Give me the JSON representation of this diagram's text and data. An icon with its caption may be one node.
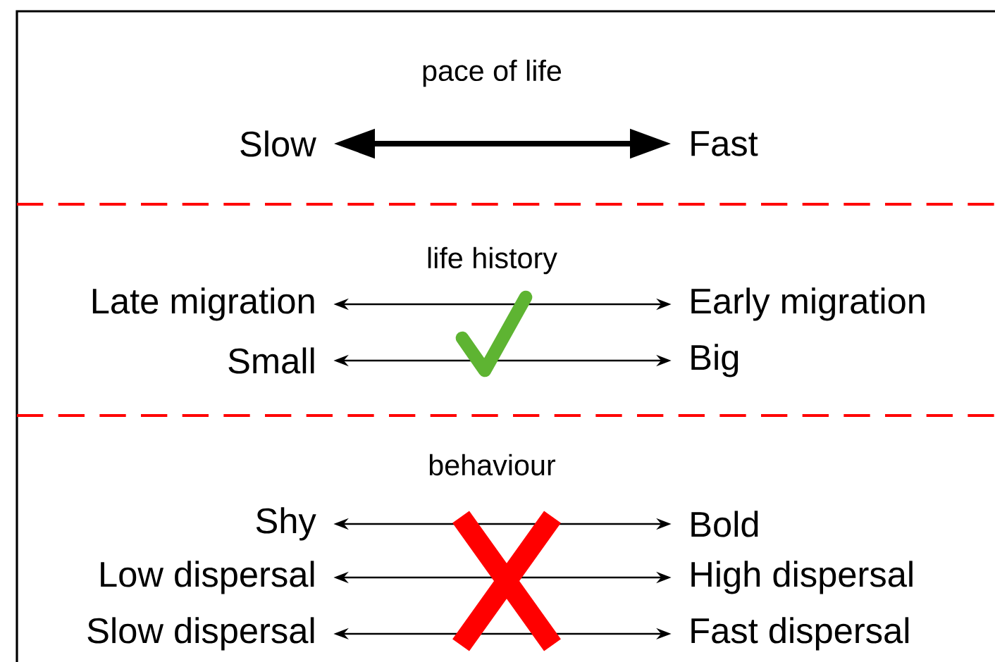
{
  "diagram": {
    "nodes": [
      {
        "text": [
          "Slow"
        ]
      },
      {
        "text": [
          "Fast"
        ]
      },
      {
        "text": [
          "Late migration"
        ]
      },
      {
        "text": [
          "Early migration"
        ]
      },
      {
        "text": [
          "Small"
        ]
      },
      {
        "text": [
          "Big"
        ]
      },
      {
        "text": [
          "Shy"
        ]
      },
      {
        "text": [
          "Bold"
        ]
      },
      {
        "text": [
          "Low dispersal"
        ]
      },
      {
        "text": [
          "High dispersal"
        ]
      },
      {
        "text": [
          "Slow dispersal"
        ]
      },
      {
        "text": [
          "Fast dispersal"
        ]
      }
    ],
    "edges": [
      {
        "from": 0,
        "to": 1,
        "arrow": "both",
        "style": "thick"
      },
      {
        "from": 2,
        "to": 3,
        "arrow": "both"
      },
      {
        "from": 4,
        "to": 5,
        "arrow": "both"
      },
      {
        "from": 6,
        "to": 7,
        "arrow": "both"
      },
      {
        "from": 8,
        "to": 9,
        "arrow": "both"
      },
      {
        "from": 10,
        "to": 11,
        "arrow": "both"
      }
    ],
    "labels": [
      "pace of life",
      "life history",
      "behaviour"
    ]
  }
}
